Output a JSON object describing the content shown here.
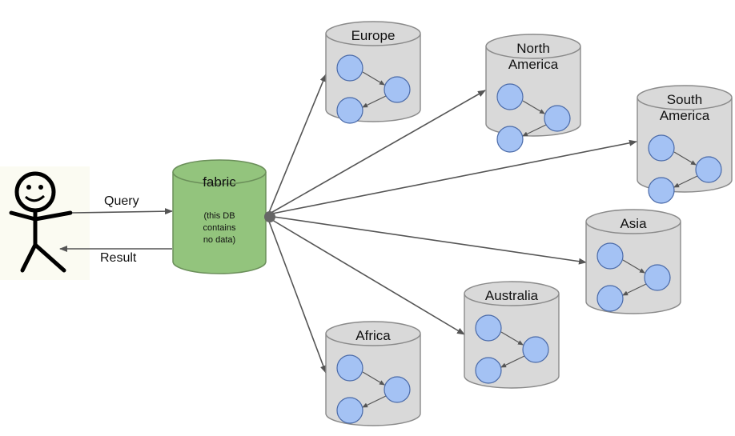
{
  "diagram": {
    "fabric": {
      "title": "fabric",
      "note": [
        "(this DB",
        "contains",
        "no data)"
      ],
      "fill": "#93c47d",
      "stroke": "#6b8f5a"
    },
    "edges": {
      "query_label": "Query",
      "result_label": "Result"
    },
    "shard_style": {
      "fill": "#d9d9d9",
      "stroke": "#8a8a8a",
      "node_fill": "#a4c2f4",
      "node_stroke": "#4a6aa8"
    },
    "shards": [
      {
        "id": "europe",
        "lines": [
          "Europe"
        ]
      },
      {
        "id": "north-america",
        "lines": [
          "North",
          "America"
        ]
      },
      {
        "id": "south-america",
        "lines": [
          "South",
          "America"
        ]
      },
      {
        "id": "asia",
        "lines": [
          "Asia"
        ]
      },
      {
        "id": "australia",
        "lines": [
          "Australia"
        ]
      },
      {
        "id": "africa",
        "lines": [
          "Africa"
        ]
      }
    ],
    "user_icon": "stick-figure-icon"
  }
}
